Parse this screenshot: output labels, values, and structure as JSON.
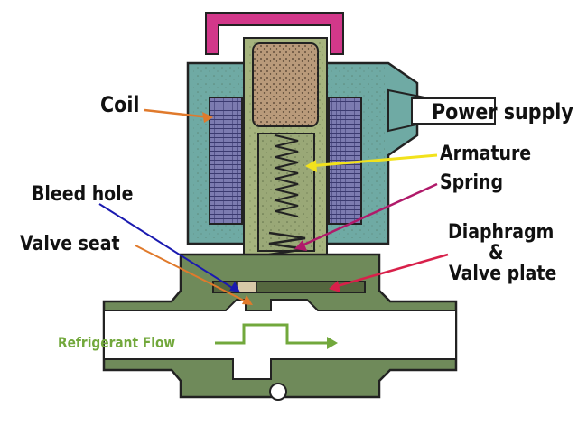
{
  "labels": {
    "coil": "Coil",
    "power_supply": "Power supply",
    "armature": "Armature",
    "spring": "Spring",
    "bleed_hole": "Bleed hole",
    "diaphragm": "Diaphragm",
    "ampersand": "&",
    "valve_plate": "Valve plate",
    "valve_seat": "Valve seat",
    "refrigerant_flow": "Refrigerant Flow"
  },
  "colors": {
    "coil_housing": "#6faaa4",
    "coil_winding": "#7c7bb0",
    "plunger_tube": "#a6b47e",
    "cap": "#d2388a",
    "armature_core": "#b99a7a",
    "valve_body": "#6f8a5a",
    "bore": "#ffffff",
    "flow_arrow": "#72a83c",
    "pointer_coil": "#e07a2c",
    "pointer_armature": "#f2e21c",
    "pointer_spring": "#b01a6a",
    "pointer_bleed": "#1a1ab0",
    "pointer_valve_seat": "#e07a2c",
    "pointer_diaphragm": "#d8204a"
  }
}
